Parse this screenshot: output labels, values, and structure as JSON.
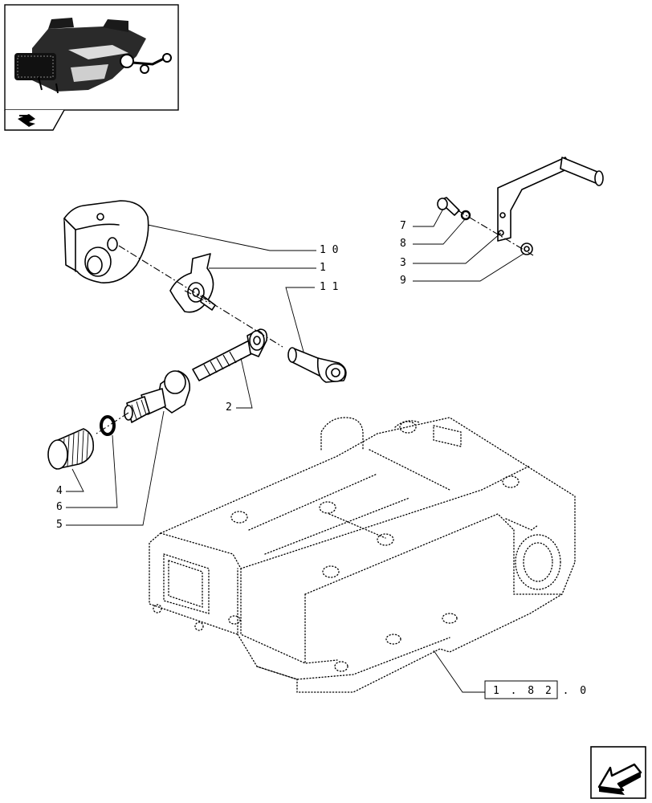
{
  "drawing": {
    "callouts": {
      "c1": "1",
      "c2": "2",
      "c3": "3",
      "c4": "4",
      "c5": "5",
      "c6": "6",
      "c7": "7",
      "c8": "8",
      "c9": "9",
      "c10": "1 0",
      "c11": "1 1"
    },
    "reference_box": "1 . 8 2 . 0"
  },
  "icons": {
    "thumbnail": "lift-housing-thumbnail-icon",
    "top_arrow": "return-arrow-icon",
    "bottom_arrow": "next-page-arrow-icon"
  }
}
